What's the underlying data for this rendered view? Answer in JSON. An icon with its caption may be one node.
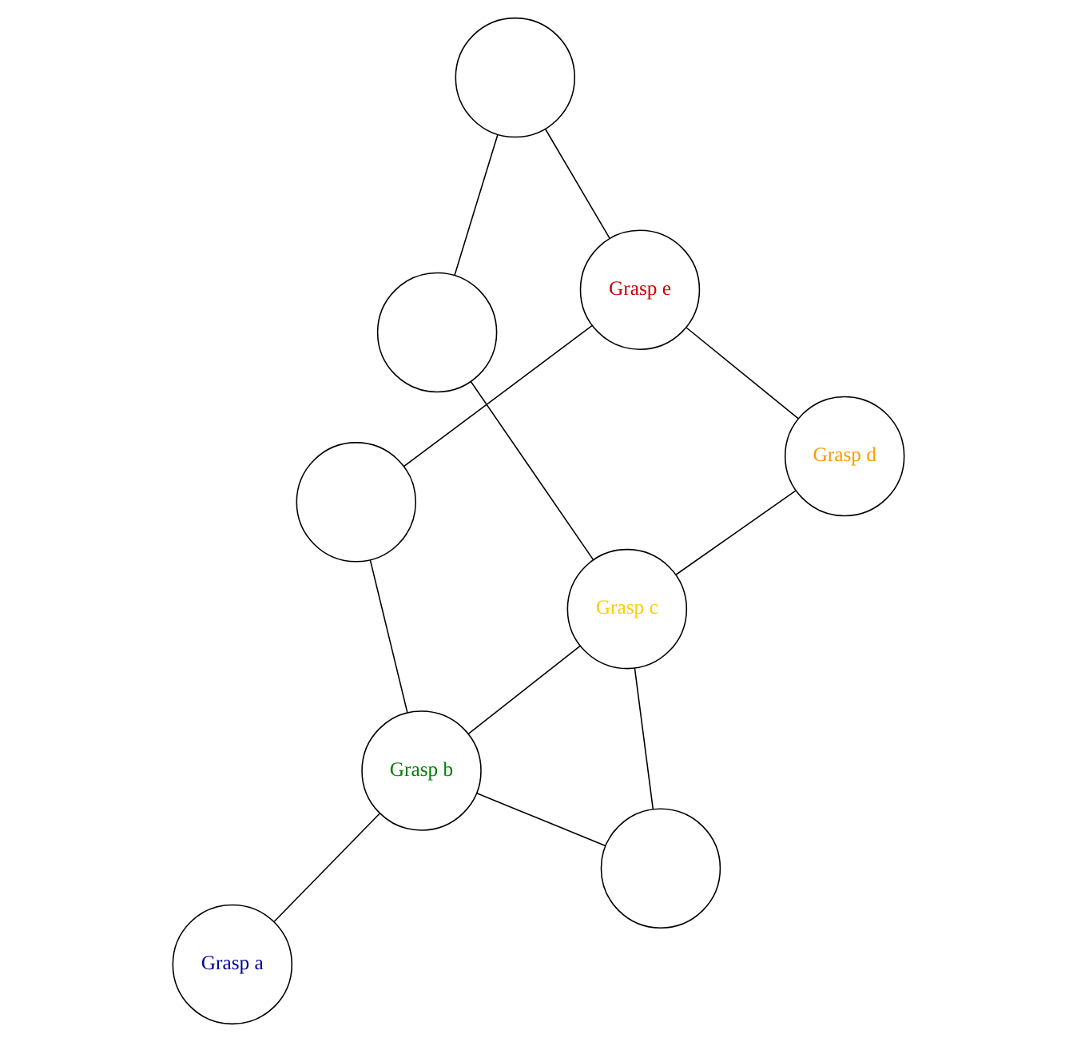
{
  "diagram": {
    "nodes": [
      {
        "text": [],
        "shape": "circle"
      },
      {
        "text": [
          "Grasp e"
        ]
      },
      {
        "text": [],
        "shape": "circle"
      },
      {
        "text": [],
        "shape": "circle"
      },
      {
        "text": [
          "Grasp b"
        ]
      },
      {
        "text": [
          "Grasp d"
        ]
      },
      {
        "text": [
          "Grasp a"
        ]
      },
      {
        "text": [
          "Grasp c"
        ]
      },
      {
        "text": [],
        "shape": "circle"
      }
    ],
    "edges": [
      {
        "from": 0,
        "to": 1,
        "arrow": "none"
      },
      {
        "from": 0,
        "to": 4,
        "arrow": "none"
      },
      {
        "from": 4,
        "to": 2,
        "arrow": "none"
      },
      {
        "from": 4,
        "to": 6,
        "arrow": "none"
      },
      {
        "from": 4,
        "to": 7,
        "arrow": "none"
      },
      {
        "from": 2,
        "to": 7,
        "arrow": "none"
      },
      {
        "from": 1,
        "to": 5,
        "arrow": "none"
      },
      {
        "from": 1,
        "to": 3,
        "arrow": "none"
      },
      {
        "from": 7,
        "to": 5,
        "arrow": "none"
      },
      {
        "from": 7,
        "to": 8,
        "arrow": "none"
      },
      {
        "from": 3,
        "to": 8,
        "arrow": "none"
      }
    ]
  }
}
